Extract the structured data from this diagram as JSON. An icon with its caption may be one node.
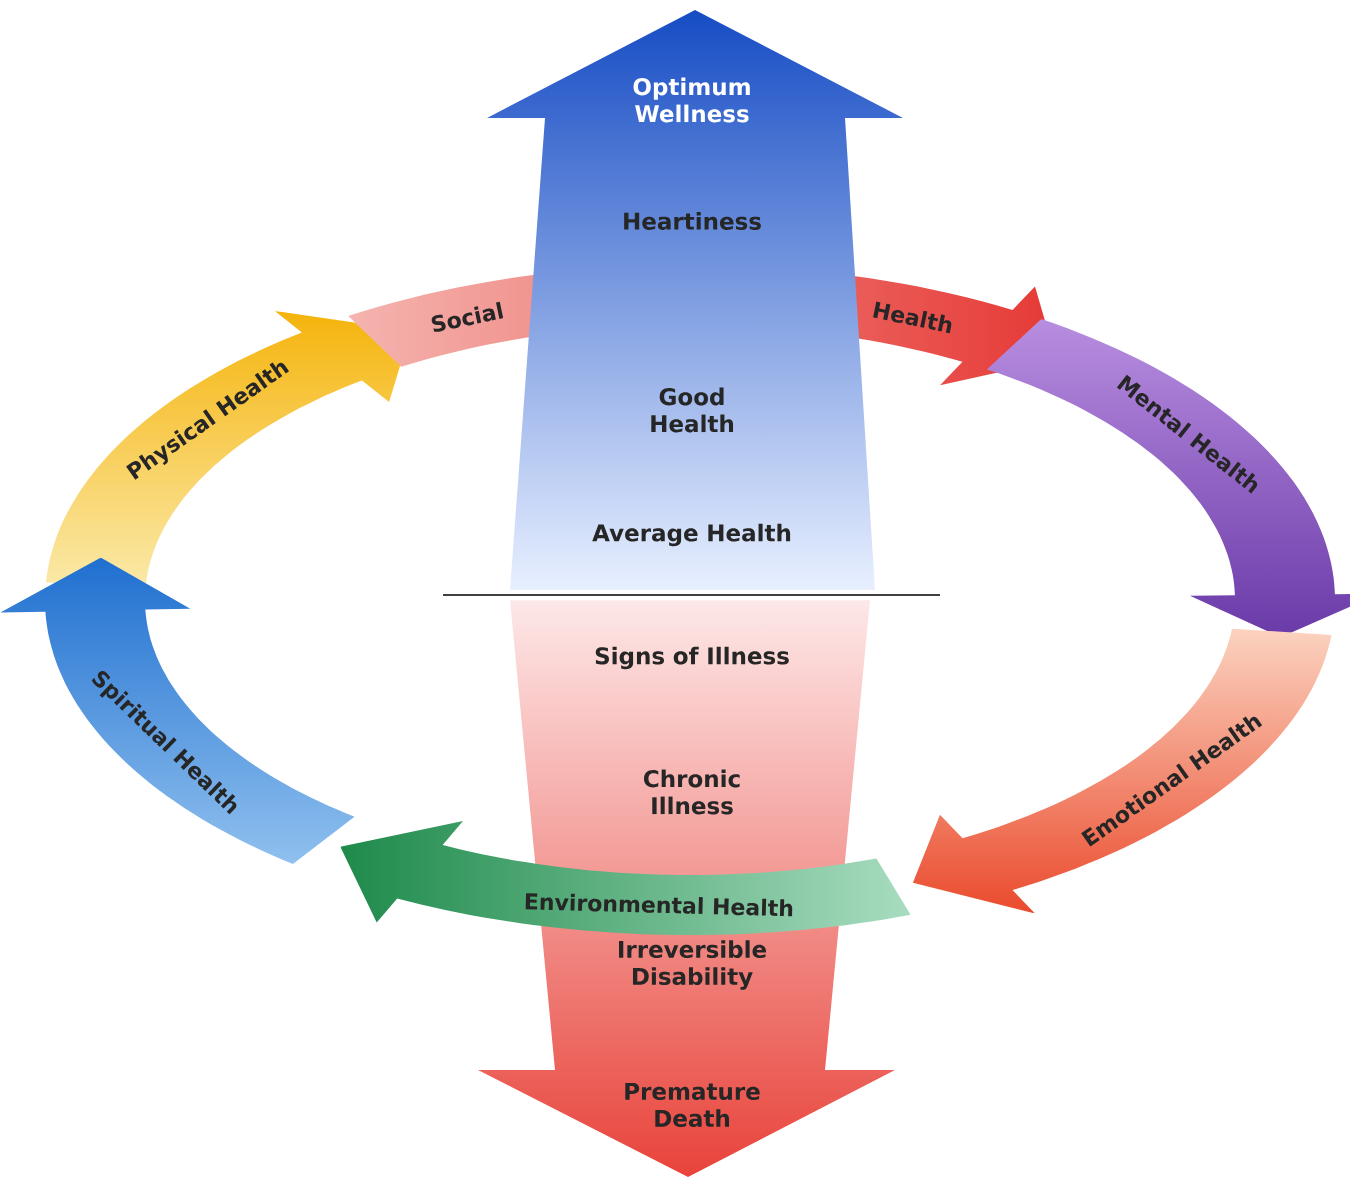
{
  "diagram": {
    "nodes": [
      {
        "text": [
          "Optimum Wellness",
          "Heartiness",
          "Good Health",
          "Average Health"
        ]
      },
      {
        "text": [
          "Signs of Illness",
          "Chronic Illness",
          "Irreversible Disability",
          "Premature Death"
        ]
      },
      {
        "text": [
          "Social",
          "Health"
        ]
      },
      {
        "text": [
          "Mental Health"
        ]
      },
      {
        "text": [
          "Emotional Health"
        ]
      },
      {
        "text": [
          "Environmental Health"
        ]
      },
      {
        "text": [
          "Spiritual Health"
        ]
      },
      {
        "text": [
          "Physical Health"
        ]
      }
    ]
  }
}
